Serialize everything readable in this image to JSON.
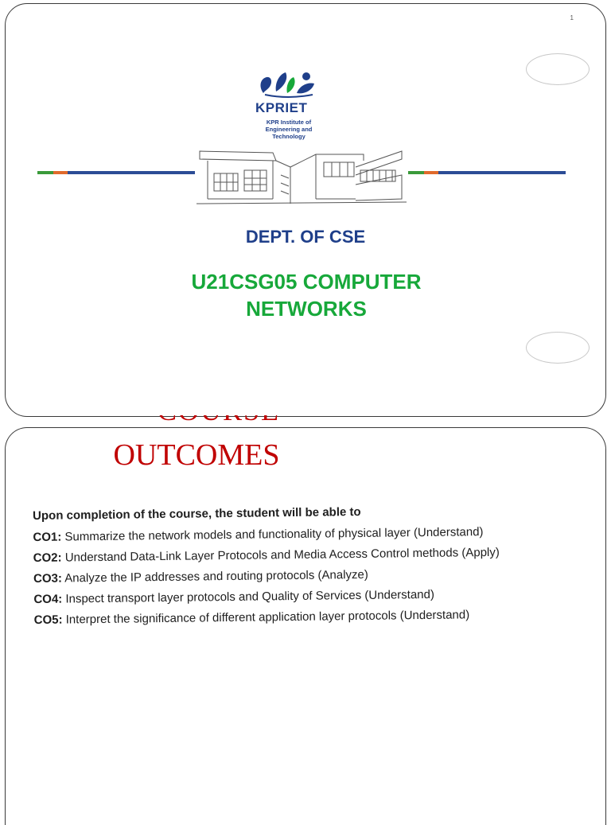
{
  "slide1": {
    "page_number": "1",
    "logo": {
      "name": "KPRIET",
      "subtitle": "KPR Institute of Engineering and Technology"
    },
    "department": "DEPT. OF CSE",
    "course_line1": "U21CSG05 COMPUTER",
    "course_line2": "NETWORKS",
    "colors": {
      "dept": "#1f3f8a",
      "course": "#17a83a",
      "rule_green": "#3a9a3a",
      "rule_orange": "#e06a2c",
      "rule_blue": "#2c4c96"
    }
  },
  "slide2": {
    "cut_title": "COURSE",
    "title": "OUTCOMES",
    "intro": "Upon completion of the course, the student will be able to",
    "outcomes": [
      {
        "code": "CO1:",
        "text": " Summarize the network models and functionality of physical layer (Understand)"
      },
      {
        "code": "CO2:",
        "text": " Understand Data-Link Layer Protocols and Media Access Control methods (Apply)"
      },
      {
        "code": "CO3:",
        "text": " Analyze the IP addresses and routing protocols (Analyze)"
      },
      {
        "code": "CO4:",
        "text": " Inspect transport layer protocols and Quality of Services (Understand)"
      },
      {
        "code": "CO5:",
        "text": " Interpret the significance of different application layer protocols (Understand)"
      }
    ],
    "colors": {
      "title": "#c00000"
    }
  }
}
